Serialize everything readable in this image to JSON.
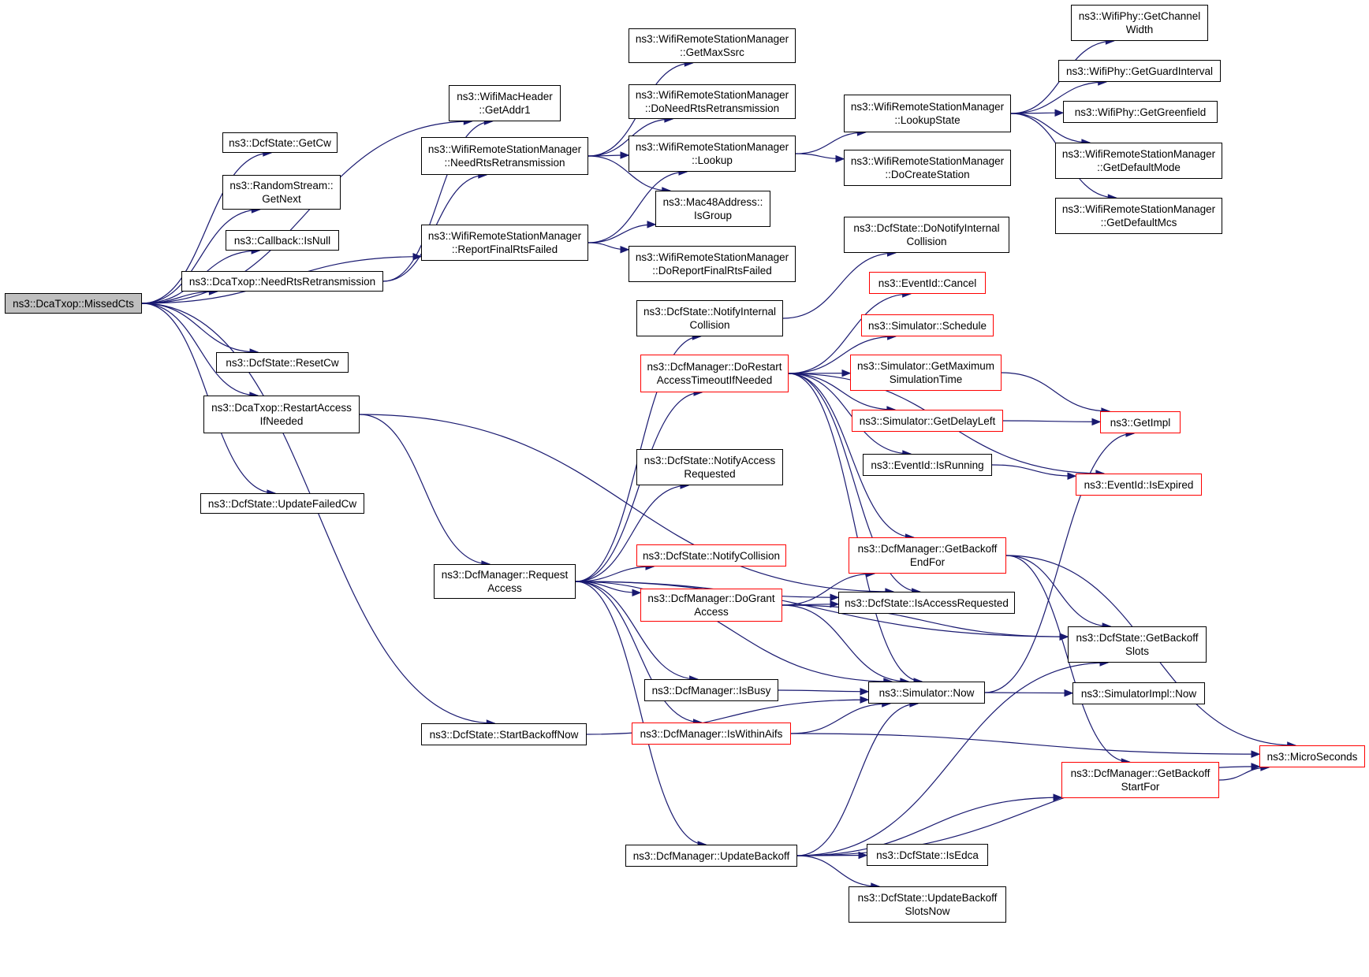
{
  "diagram": {
    "kind": "call-graph",
    "colors": {
      "edge": "#191970",
      "root_fill": "#bfbfbf",
      "node_border": "#000000",
      "highlight_border": "#ff0000",
      "background": "#ffffff"
    },
    "nodes": [
      {
        "id": "missedcts",
        "label": "ns3::DcaTxop::MissedCts",
        "style": "root"
      },
      {
        "id": "getaddr1",
        "label": "ns3::WifiMacHeader\n::GetAddr1",
        "style": "normal"
      },
      {
        "id": "getcw",
        "label": "ns3::DcfState::GetCw",
        "style": "normal"
      },
      {
        "id": "getnext",
        "label": "ns3::RandomStream::\nGetNext",
        "style": "normal"
      },
      {
        "id": "isnull",
        "label": "ns3::Callback::IsNull",
        "style": "normal"
      },
      {
        "id": "needrts",
        "label": "ns3::DcaTxop::NeedRtsRetransmission",
        "style": "normal"
      },
      {
        "id": "resetcw",
        "label": "ns3::DcfState::ResetCw",
        "style": "normal"
      },
      {
        "id": "restartaccess",
        "label": "ns3::DcaTxop::RestartAccess\nIfNeeded",
        "style": "normal"
      },
      {
        "id": "updatefailedcw",
        "label": "ns3::DcfState::UpdateFailedCw",
        "style": "normal"
      },
      {
        "id": "wrsm_needrts",
        "label": "ns3::WifiRemoteStationManager\n::NeedRtsRetransmission",
        "style": "normal"
      },
      {
        "id": "wrsm_reportfinal",
        "label": "ns3::WifiRemoteStationManager\n::ReportFinalRtsFailed",
        "style": "normal"
      },
      {
        "id": "requestaccess",
        "label": "ns3::DcfManager::Request\nAccess",
        "style": "normal"
      },
      {
        "id": "startbackoffnow",
        "label": "ns3::DcfState::StartBackoffNow",
        "style": "normal"
      },
      {
        "id": "getmaxssrc",
        "label": "ns3::WifiRemoteStationManager\n::GetMaxSsrc",
        "style": "normal"
      },
      {
        "id": "doneedrts",
        "label": "ns3::WifiRemoteStationManager\n::DoNeedRtsRetransmission",
        "style": "normal"
      },
      {
        "id": "lookup",
        "label": "ns3::WifiRemoteStationManager\n::Lookup",
        "style": "normal"
      },
      {
        "id": "isgroup",
        "label": "ns3::Mac48Address::\nIsGroup",
        "style": "normal"
      },
      {
        "id": "doreportfinal",
        "label": "ns3::WifiRemoteStationManager\n::DoReportFinalRtsFailed",
        "style": "normal"
      },
      {
        "id": "notifyinternal",
        "label": "ns3::DcfState::NotifyInternal\nCollision",
        "style": "normal"
      },
      {
        "id": "dorestart",
        "label": "ns3::DcfManager::DoRestart\nAccessTimeoutIfNeeded",
        "style": "red"
      },
      {
        "id": "notifyaccessreq",
        "label": "ns3::DcfState::NotifyAccess\nRequested",
        "style": "normal"
      },
      {
        "id": "notifycollision",
        "label": "ns3::DcfState::NotifyCollision",
        "style": "red"
      },
      {
        "id": "dogrant",
        "label": "ns3::DcfManager::DoGrant\nAccess",
        "style": "red"
      },
      {
        "id": "isbusy",
        "label": "ns3::DcfManager::IsBusy",
        "style": "normal"
      },
      {
        "id": "iswithinaifs",
        "label": "ns3::DcfManager::IsWithinAifs",
        "style": "red"
      },
      {
        "id": "updatebackoff",
        "label": "ns3::DcfManager::UpdateBackoff",
        "style": "normal"
      },
      {
        "id": "lookupstate",
        "label": "ns3::WifiRemoteStationManager\n::LookupState",
        "style": "normal"
      },
      {
        "id": "docreatestation",
        "label": "ns3::WifiRemoteStationManager\n::DoCreateStation",
        "style": "normal"
      },
      {
        "id": "donotifyinternal",
        "label": "ns3::DcfState::DoNotifyInternal\nCollision",
        "style": "normal"
      },
      {
        "id": "cancel",
        "label": "ns3::EventId::Cancel",
        "style": "red"
      },
      {
        "id": "schedule",
        "label": "ns3::Simulator::Schedule",
        "style": "red"
      },
      {
        "id": "getmaxsimtime",
        "label": "ns3::Simulator::GetMaximum\nSimulationTime",
        "style": "red"
      },
      {
        "id": "getdelayleft",
        "label": "ns3::Simulator::GetDelayLeft",
        "style": "red"
      },
      {
        "id": "isrunning",
        "label": "ns3::EventId::IsRunning",
        "style": "normal"
      },
      {
        "id": "getbackoffendfor",
        "label": "ns3::DcfManager::GetBackoff\nEndFor",
        "style": "red"
      },
      {
        "id": "isaccessrequested",
        "label": "ns3::DcfState::IsAccessRequested",
        "style": "normal"
      },
      {
        "id": "simnow",
        "label": "ns3::Simulator::Now",
        "style": "normal"
      },
      {
        "id": "isedca",
        "label": "ns3::DcfState::IsEdca",
        "style": "normal"
      },
      {
        "id": "updatebackoffslots",
        "label": "ns3::DcfState::UpdateBackoff\nSlotsNow",
        "style": "normal"
      },
      {
        "id": "getchannelwidth",
        "label": "ns3::WifiPhy::GetChannel\nWidth",
        "style": "normal"
      },
      {
        "id": "getguardinterval",
        "label": "ns3::WifiPhy::GetGuardInterval",
        "style": "normal"
      },
      {
        "id": "getgreenfield",
        "label": "ns3::WifiPhy::GetGreenfield",
        "style": "normal"
      },
      {
        "id": "getdefaultmode",
        "label": "ns3::WifiRemoteStationManager\n::GetDefaultMode",
        "style": "normal"
      },
      {
        "id": "getdefaultmcs",
        "label": "ns3::WifiRemoteStationManager\n::GetDefaultMcs",
        "style": "normal"
      },
      {
        "id": "getimpl",
        "label": "ns3::GetImpl",
        "style": "red"
      },
      {
        "id": "isexpired",
        "label": "ns3::EventId::IsExpired",
        "style": "red"
      },
      {
        "id": "getbackoffslots",
        "label": "ns3::DcfState::GetBackoff\nSlots",
        "style": "normal"
      },
      {
        "id": "simimplnow",
        "label": "ns3::SimulatorImpl::Now",
        "style": "normal"
      },
      {
        "id": "getbackoffstartfor",
        "label": "ns3::DcfManager::GetBackoff\nStartFor",
        "style": "red"
      },
      {
        "id": "microseconds",
        "label": "ns3::MicroSeconds",
        "style": "red"
      }
    ],
    "edges": [
      [
        "missedcts",
        "getaddr1"
      ],
      [
        "missedcts",
        "getcw"
      ],
      [
        "missedcts",
        "getnext"
      ],
      [
        "missedcts",
        "isnull"
      ],
      [
        "missedcts",
        "needrts"
      ],
      [
        "missedcts",
        "wrsm_reportfinal"
      ],
      [
        "missedcts",
        "resetcw"
      ],
      [
        "missedcts",
        "restartaccess"
      ],
      [
        "missedcts",
        "startbackoffnow"
      ],
      [
        "missedcts",
        "updatefailedcw"
      ],
      [
        "needrts",
        "getaddr1"
      ],
      [
        "needrts",
        "wrsm_needrts"
      ],
      [
        "wrsm_needrts",
        "getmaxssrc"
      ],
      [
        "wrsm_needrts",
        "doneedrts"
      ],
      [
        "wrsm_needrts",
        "lookup"
      ],
      [
        "wrsm_needrts",
        "isgroup"
      ],
      [
        "wrsm_reportfinal",
        "lookup"
      ],
      [
        "wrsm_reportfinal",
        "isgroup"
      ],
      [
        "wrsm_reportfinal",
        "doreportfinal"
      ],
      [
        "lookup",
        "lookupstate"
      ],
      [
        "lookup",
        "docreatestation"
      ],
      [
        "lookupstate",
        "getchannelwidth"
      ],
      [
        "lookupstate",
        "getguardinterval"
      ],
      [
        "lookupstate",
        "getgreenfield"
      ],
      [
        "lookupstate",
        "getdefaultmode"
      ],
      [
        "lookupstate",
        "getdefaultmcs"
      ],
      [
        "restartaccess",
        "requestaccess"
      ],
      [
        "restartaccess",
        "isaccessrequested"
      ],
      [
        "requestaccess",
        "notifyinternal"
      ],
      [
        "requestaccess",
        "dorestart"
      ],
      [
        "requestaccess",
        "notifyaccessreq"
      ],
      [
        "requestaccess",
        "notifycollision"
      ],
      [
        "requestaccess",
        "dogrant"
      ],
      [
        "requestaccess",
        "isbusy"
      ],
      [
        "requestaccess",
        "iswithinaifs"
      ],
      [
        "requestaccess",
        "updatebackoff"
      ],
      [
        "requestaccess",
        "simnow"
      ],
      [
        "requestaccess",
        "isaccessrequested"
      ],
      [
        "requestaccess",
        "getbackoffslots"
      ],
      [
        "notifyinternal",
        "donotifyinternal"
      ],
      [
        "dorestart",
        "cancel"
      ],
      [
        "dorestart",
        "schedule"
      ],
      [
        "dorestart",
        "getmaxsimtime"
      ],
      [
        "dorestart",
        "getdelayleft"
      ],
      [
        "dorestart",
        "isrunning"
      ],
      [
        "dorestart",
        "isexpired"
      ],
      [
        "dorestart",
        "getbackoffendfor"
      ],
      [
        "dorestart",
        "isaccessrequested"
      ],
      [
        "dorestart",
        "simnow"
      ],
      [
        "getmaxsimtime",
        "getimpl"
      ],
      [
        "getdelayleft",
        "getimpl"
      ],
      [
        "isrunning",
        "isexpired"
      ],
      [
        "dogrant",
        "getbackoffendfor"
      ],
      [
        "dogrant",
        "isaccessrequested"
      ],
      [
        "dogrant",
        "getbackoffslots"
      ],
      [
        "dogrant",
        "simnow"
      ],
      [
        "isbusy",
        "simnow"
      ],
      [
        "iswithinaifs",
        "simnow"
      ],
      [
        "iswithinaifs",
        "microseconds"
      ],
      [
        "getbackoffendfor",
        "getbackoffslots"
      ],
      [
        "getbackoffendfor",
        "getbackoffstartfor"
      ],
      [
        "getbackoffendfor",
        "microseconds"
      ],
      [
        "simnow",
        "simimplnow"
      ],
      [
        "simnow",
        "getimpl"
      ],
      [
        "startbackoffnow",
        "simnow"
      ],
      [
        "updatebackoff",
        "simnow"
      ],
      [
        "updatebackoff",
        "isedca"
      ],
      [
        "updatebackoff",
        "updatebackoffslots"
      ],
      [
        "updatebackoff",
        "getbackoffslots"
      ],
      [
        "updatebackoff",
        "getbackoffstartfor"
      ],
      [
        "updatebackoff",
        "microseconds"
      ],
      [
        "getbackoffstartfor",
        "microseconds"
      ]
    ]
  }
}
